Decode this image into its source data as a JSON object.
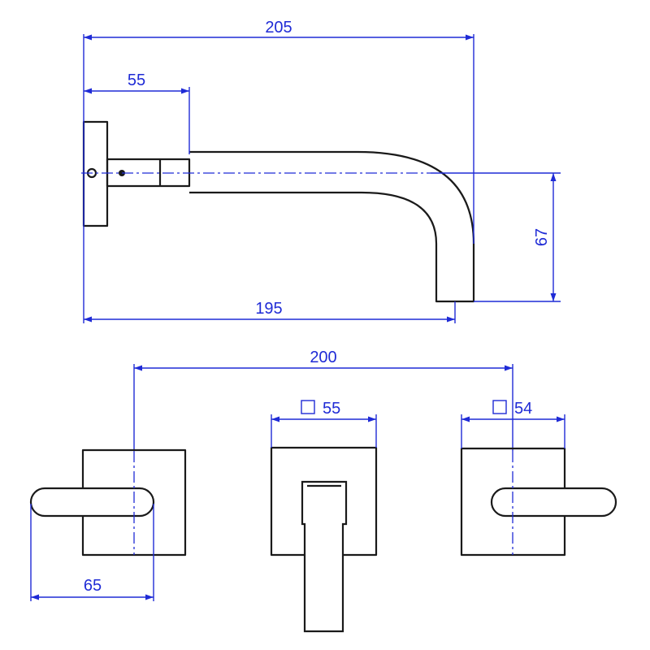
{
  "dimensions": {
    "spout_total_width": "205",
    "spout_body_length": "55",
    "spout_projection": "195",
    "spout_drop": "67",
    "handle_spacing": "200",
    "spout_plate_size": "55",
    "handle_plate_size": "54",
    "handle_lever_length": "65"
  },
  "colors": {
    "dimension": "#1f2bd6",
    "outline": "#1a1a1a",
    "background": "#ffffff"
  },
  "icons": {
    "square_symbol": "square-icon"
  }
}
